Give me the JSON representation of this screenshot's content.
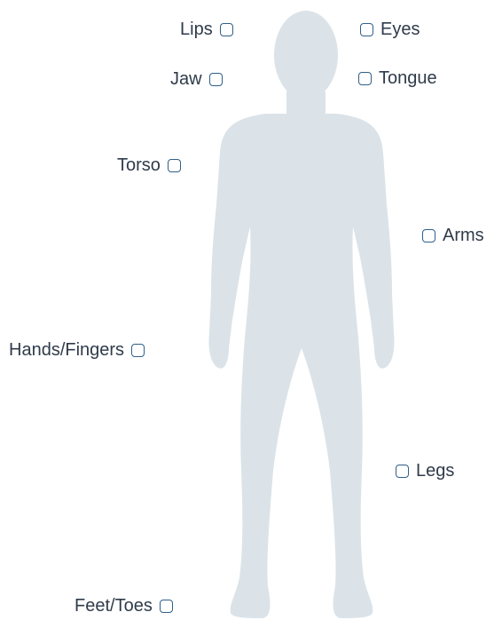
{
  "body_map": {
    "figure_color": "#dbe3e8",
    "checkbox_border_color": "#2f5f8a",
    "text_color": "#2f3b4a",
    "items": [
      {
        "label": "Lips",
        "checked": false
      },
      {
        "label": "Eyes",
        "checked": false
      },
      {
        "label": "Jaw",
        "checked": false
      },
      {
        "label": "Tongue",
        "checked": false
      },
      {
        "label": "Torso",
        "checked": false
      },
      {
        "label": "Arms",
        "checked": false
      },
      {
        "label": "Hands/Fingers",
        "checked": false
      },
      {
        "label": "Legs",
        "checked": false
      },
      {
        "label": "Feet/Toes",
        "checked": false
      }
    ]
  }
}
